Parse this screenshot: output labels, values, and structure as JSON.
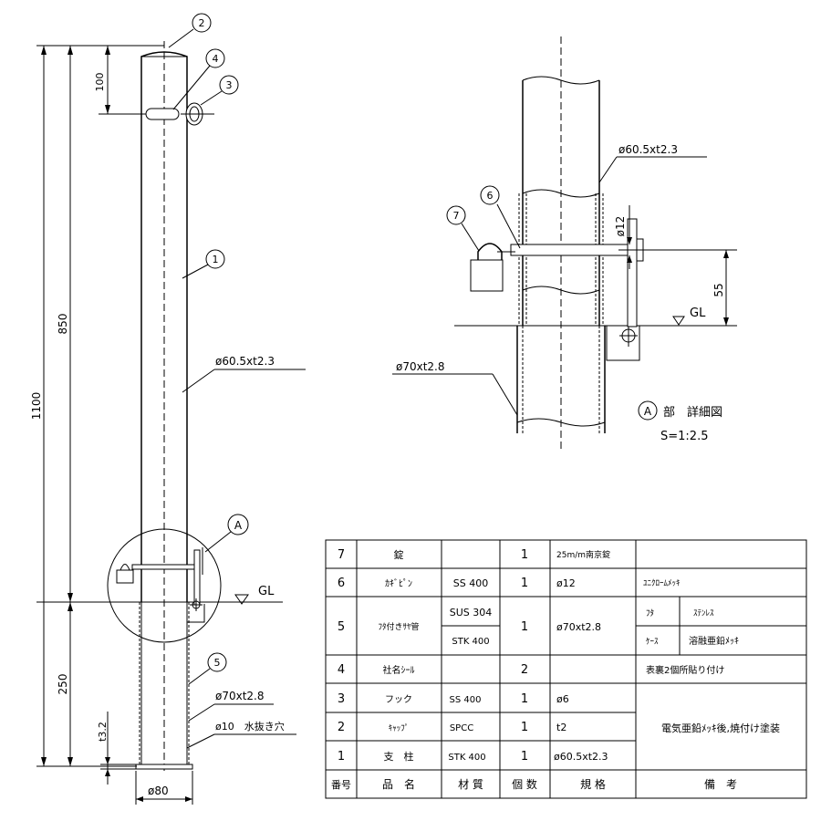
{
  "front_view": {
    "dim_total": "1100",
    "dim_above_gl": "850",
    "dim_below_gl": "250",
    "dim_top_hole": "100",
    "dim_thickness": "t3.2",
    "dim_width": "ø80",
    "gl_label": "GL",
    "callout_pipe": "ø60.5xt2.3",
    "callout_sleeve": "ø70xt2.8",
    "callout_hole": "ø10　水抜き穴",
    "balloons": {
      "b1": "1",
      "b2": "2",
      "b3": "3",
      "b4": "4",
      "b5": "5",
      "bA": "A"
    }
  },
  "detail_view": {
    "callout_pipe": "ø60.5xt2.3",
    "callout_sleeve": "ø70xt2.8",
    "dim_pin": "ø12",
    "dim_height": "55",
    "gl_label": "GL",
    "balloons": {
      "b6": "6",
      "b7": "7",
      "bA": "A"
    },
    "title_main": "部　詳細図",
    "scale": "S=1:2.5"
  },
  "parts_table": {
    "header": {
      "no": "番号",
      "name": "品　名",
      "material": "材 質",
      "qty": "個 数",
      "spec": "規 格",
      "remarks": "備　考"
    },
    "rows": [
      {
        "no": "7",
        "name": "錠",
        "material": "",
        "qty": "1",
        "spec": "25m/m南京錠",
        "remarks": ""
      },
      {
        "no": "6",
        "name": "ｶｷﾞﾋﾟﾝ",
        "material": "SS 400",
        "qty": "1",
        "spec": "ø12",
        "remarks": "ﾕﾆｸﾛｰﾑﾒｯｷ"
      },
      {
        "no": "5",
        "name": "ﾌﾀ付きｻﾔ管",
        "material_a": "SUS 304",
        "material_b": "STK 400",
        "qty": "1",
        "spec": "ø70xt2.8",
        "remarks_a_label": "ﾌﾀ",
        "remarks_a_value": "ｽﾃﾝﾚｽ",
        "remarks_b_label": "ｹｰｽ",
        "remarks_b_value": "溶融亜鉛ﾒｯｷ"
      },
      {
        "no": "4",
        "name": "社名ｼｰﾙ",
        "material": "",
        "qty": "2",
        "spec": "",
        "remarks": "表裏2個所貼り付け"
      },
      {
        "no": "3",
        "name": "フック",
        "material": "SS 400",
        "qty": "1",
        "spec": "ø6",
        "remarks": ""
      },
      {
        "no": "2",
        "name": "ｷｬｯﾌﾟ",
        "material": "SPCC",
        "qty": "1",
        "spec": "t2",
        "remarks": ""
      },
      {
        "no": "1",
        "name": "支　柱",
        "material": "STK 400",
        "qty": "1",
        "spec": "ø60.5xt2.3",
        "remarks": ""
      }
    ],
    "merged_remark_rows_1_3": "電気亜鉛ﾒｯｷ後,焼付け塗装"
  }
}
